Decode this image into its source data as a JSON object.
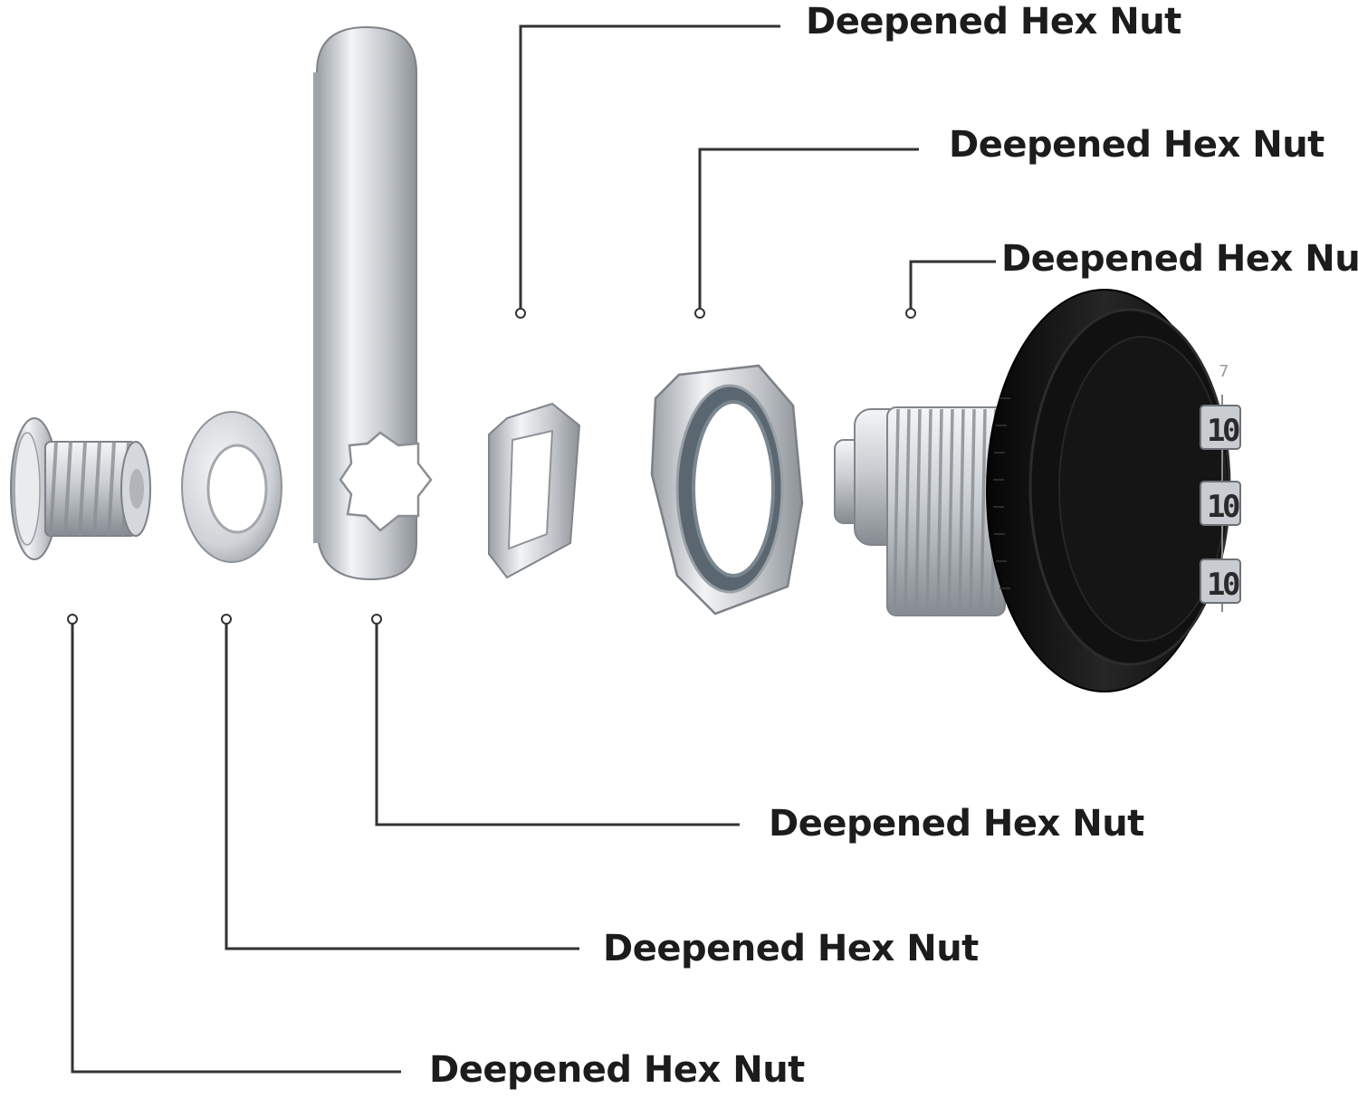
{
  "diagram": {
    "callouts": [
      {
        "id": "top-1",
        "label": "Deepened Hex Nut"
      },
      {
        "id": "top-2",
        "label": "Deepened Hex Nut"
      },
      {
        "id": "top-3",
        "label": "Deepened Hex Nut"
      },
      {
        "id": "bottom-1",
        "label": "Deepened Hex Nut"
      },
      {
        "id": "bottom-2",
        "label": "Deepened Hex Nut"
      },
      {
        "id": "bottom-3",
        "label": "Deepened Hex Nut"
      }
    ],
    "dial_digits": [
      "1",
      "0",
      "1",
      "0",
      "1",
      "0"
    ],
    "colors": {
      "line": "#333333",
      "metal_light": "#e8eaec",
      "metal_mid": "#b9bdc2",
      "metal_dark": "#7c8187",
      "dial_black": "#141414"
    }
  }
}
